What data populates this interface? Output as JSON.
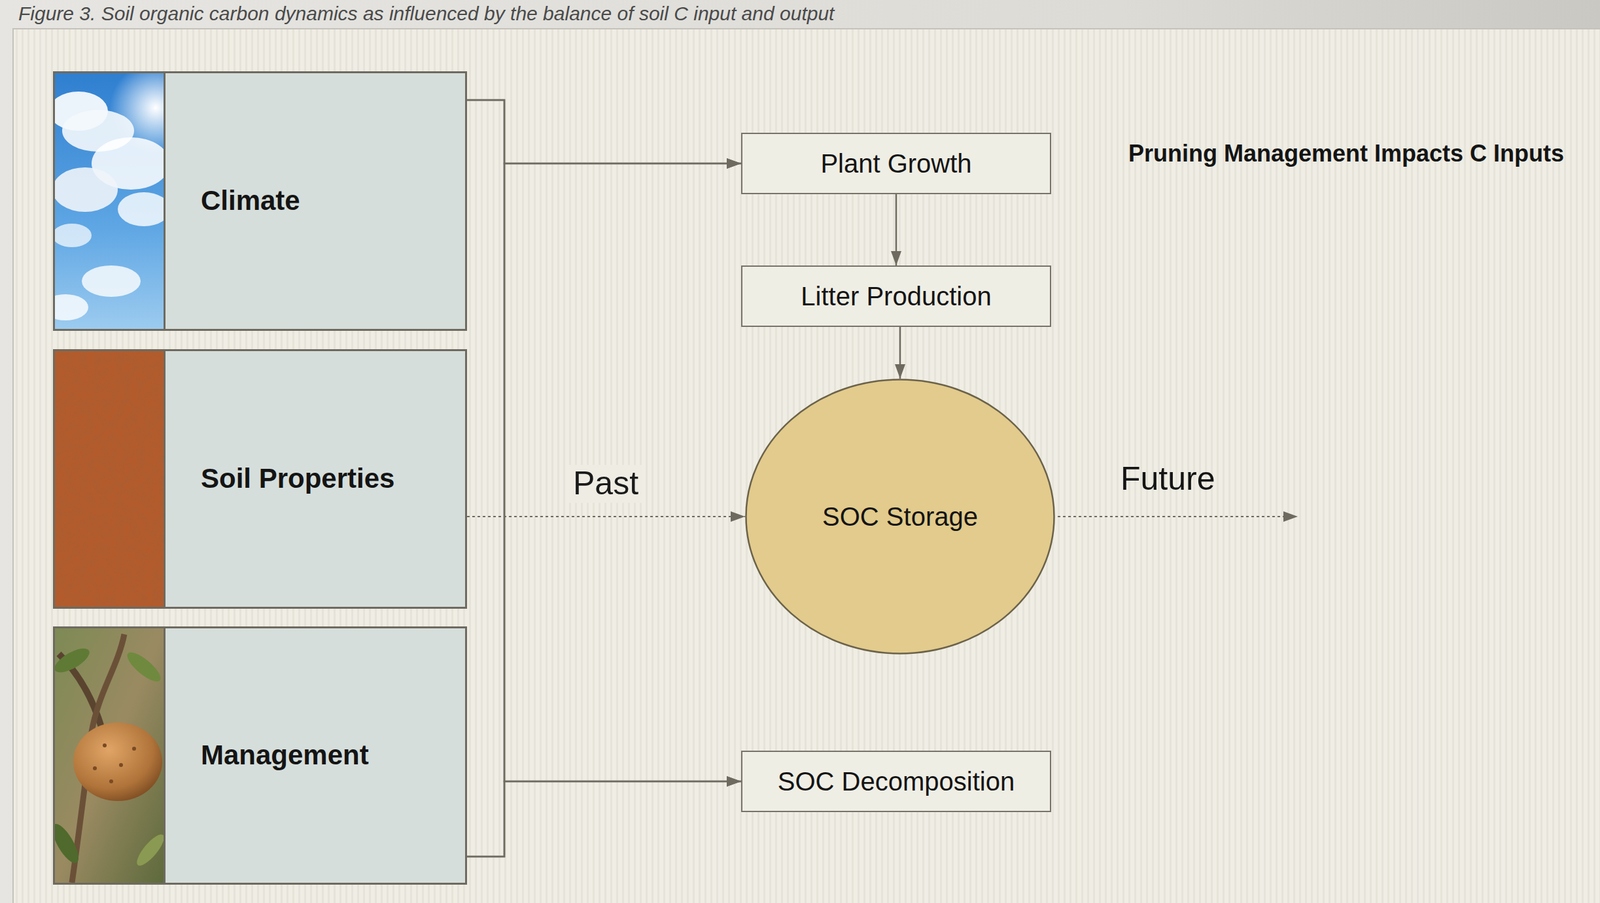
{
  "diagram": {
    "caption": "Figure 3. Soil organic carbon dynamics as influenced by the balance of soil C input and output",
    "nodes": [
      {
        "text": [
          "Climate"
        ]
      },
      {
        "text": [
          "Soil Properties"
        ]
      },
      {
        "text": [
          "Management"
        ]
      },
      {
        "text": [
          "Plant Growth"
        ]
      },
      {
        "text": [
          "Litter Production"
        ]
      },
      {
        "text": [
          "SOC Storage"
        ]
      },
      {
        "text": [
          "SOC Decomposition"
        ]
      }
    ],
    "edges": [
      {
        "from": 0,
        "to": 3,
        "arrow": "to"
      },
      {
        "from": 2,
        "to": 3,
        "arrow": "to"
      },
      {
        "from": 0,
        "to": 6,
        "arrow": "to"
      },
      {
        "from": 2,
        "to": 6,
        "arrow": "to"
      },
      {
        "from": 3,
        "to": 4,
        "arrow": "to"
      },
      {
        "from": 4,
        "to": 5,
        "arrow": "to"
      },
      {
        "from": 1,
        "to": 5,
        "label": "Past",
        "arrow": "to"
      }
    ],
    "labels": [
      "Pruning Management Impacts C Inputs",
      "Future"
    ]
  }
}
